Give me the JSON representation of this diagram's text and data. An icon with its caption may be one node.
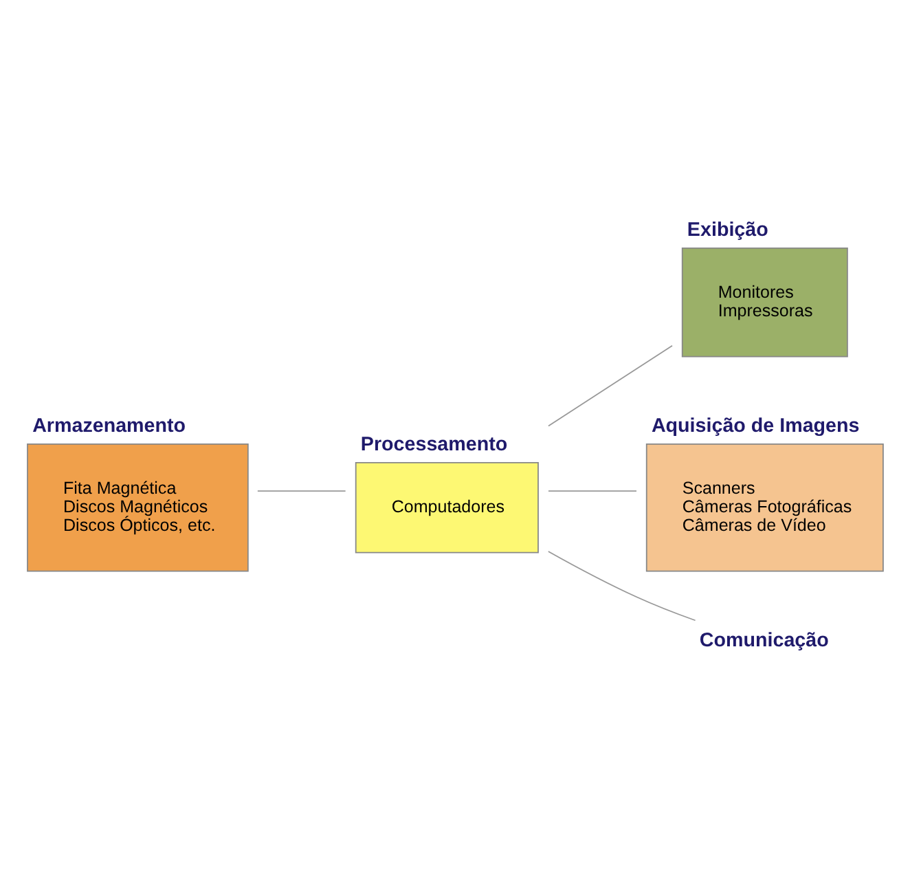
{
  "diagram": {
    "nodes": [
      {
        "text": [
          "Armazenamento",
          "Fita Magnética",
          "Discos Magnéticos",
          "Discos Ópticos, etc."
        ]
      },
      {
        "text": [
          "Exibição",
          "Monitores",
          "Impressoras"
        ]
      },
      {
        "text": [
          "Processamento",
          "Computadores"
        ]
      },
      {
        "text": [
          "Aquisição de Imagens",
          "Scanners",
          "Câmeras Fotográficas",
          "Câmeras de Vídeo"
        ]
      },
      {
        "text": [
          "Comunicação"
        ]
      }
    ],
    "edges": [
      {
        "from": 0,
        "to": 2,
        "arrow": "none"
      },
      {
        "from": 2,
        "to": 1,
        "arrow": "none"
      },
      {
        "from": 2,
        "to": 4,
        "arrow": "none"
      },
      {
        "from": 2,
        "to": 3,
        "arrow": "none"
      }
    ]
  }
}
